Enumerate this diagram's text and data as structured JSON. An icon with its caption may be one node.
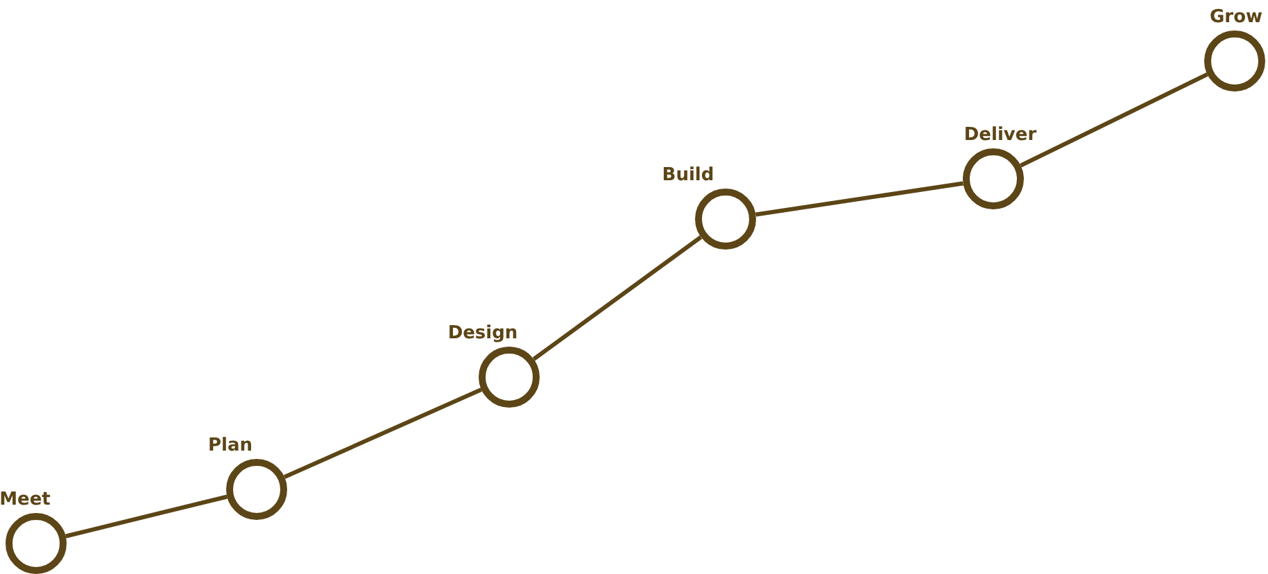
{
  "diagram": {
    "nodes": [
      {
        "text": [
          "Meet"
        ]
      },
      {
        "text": [
          "Plan"
        ]
      },
      {
        "text": [
          "Design"
        ]
      },
      {
        "text": [
          "Build"
        ]
      },
      {
        "text": [
          "Deliver"
        ]
      },
      {
        "text": [
          "Grow"
        ]
      }
    ],
    "edges": [
      {
        "from": 0,
        "to": 1,
        "arrow": "none"
      },
      {
        "from": 1,
        "to": 2,
        "arrow": "none"
      },
      {
        "from": 2,
        "to": 3,
        "arrow": "none"
      },
      {
        "from": 3,
        "to": 4,
        "arrow": "none"
      },
      {
        "from": 4,
        "to": 5,
        "arrow": "none"
      }
    ]
  }
}
